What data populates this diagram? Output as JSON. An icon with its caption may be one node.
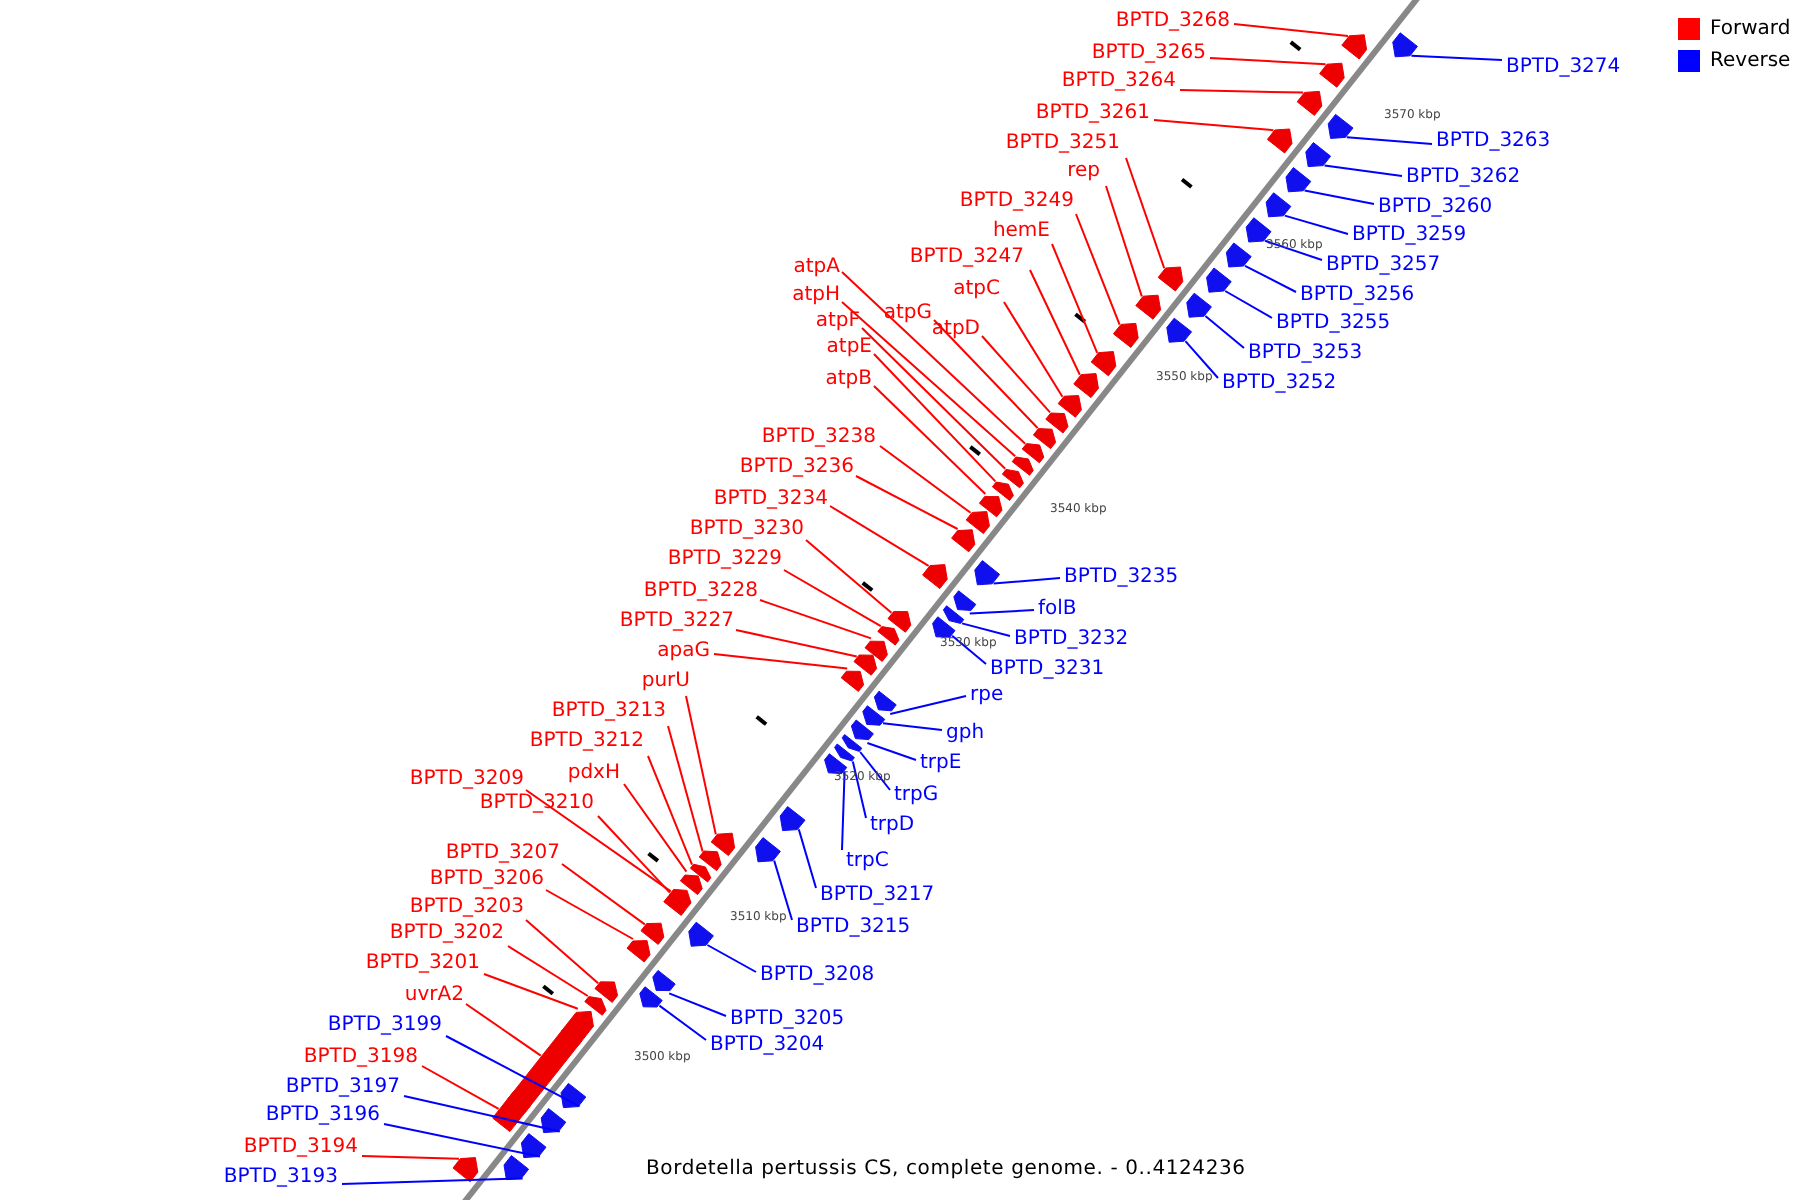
{
  "diagram": {
    "caption": "Bordetella pertussis CS, complete genome. - 0..4124236",
    "nodes": [
      {
        "text": [
          "BPTD_3268"
        ]
      },
      {
        "text": [
          "BPTD_3265"
        ]
      },
      {
        "text": [
          "BPTD_3274"
        ]
      },
      {
        "text": [
          "BPTD_3264"
        ]
      },
      {
        "text": [
          "BPTD_3261"
        ]
      },
      {
        "text": [
          "BPTD_3263"
        ]
      },
      {
        "text": [
          "BPTD_3251"
        ]
      },
      {
        "text": [
          "rep"
        ]
      },
      {
        "text": [
          "BPTD_3262"
        ]
      },
      {
        "text": [
          "BPTD_3249"
        ]
      },
      {
        "text": [
          "BPTD_3260"
        ]
      },
      {
        "text": [
          "hemE"
        ]
      },
      {
        "text": [
          "BPTD_3259"
        ]
      },
      {
        "text": [
          "BPTD_3247"
        ]
      },
      {
        "text": [
          "BPTD_3257"
        ]
      },
      {
        "text": [
          "atpA"
        ]
      },
      {
        "text": [
          "atpC"
        ]
      },
      {
        "text": [
          "atpH"
        ]
      },
      {
        "text": [
          "BPTD_3256"
        ]
      },
      {
        "text": [
          "atpG"
        ]
      },
      {
        "text": [
          "atpD"
        ]
      },
      {
        "text": [
          "atpF"
        ]
      },
      {
        "text": [
          "BPTD_3255"
        ]
      },
      {
        "text": [
          "atpE"
        ]
      },
      {
        "text": [
          "BPTD_3253"
        ]
      },
      {
        "text": [
          "atpB"
        ]
      },
      {
        "text": [
          "BPTD_3252"
        ]
      },
      {
        "text": [
          "BPTD_3238"
        ]
      },
      {
        "text": [
          "BPTD_3236"
        ]
      },
      {
        "text": [
          "BPTD_3234"
        ]
      },
      {
        "text": [
          "BPTD_3230"
        ]
      },
      {
        "text": [
          "BPTD_3229"
        ]
      },
      {
        "text": [
          "BPTD_3235"
        ]
      },
      {
        "text": [
          "BPTD_3228"
        ]
      },
      {
        "text": [
          "folB"
        ]
      },
      {
        "text": [
          "BPTD_3227"
        ]
      },
      {
        "text": [
          "BPTD_3232"
        ]
      },
      {
        "text": [
          "apaG"
        ]
      },
      {
        "text": [
          "BPTD_3231"
        ]
      },
      {
        "text": [
          "purU"
        ]
      },
      {
        "text": [
          "rpe"
        ]
      },
      {
        "text": [
          "BPTD_3213"
        ]
      },
      {
        "text": [
          "gph"
        ]
      },
      {
        "text": [
          "BPTD_3212"
        ]
      },
      {
        "text": [
          "trpE"
        ]
      },
      {
        "text": [
          "pdxH"
        ]
      },
      {
        "text": [
          "BPTD_3209"
        ]
      },
      {
        "text": [
          "trpG"
        ]
      },
      {
        "text": [
          "BPTD_3210"
        ]
      },
      {
        "text": [
          "trpD"
        ]
      },
      {
        "text": [
          "BPTD_3207"
        ]
      },
      {
        "text": [
          "trpC"
        ]
      },
      {
        "text": [
          "BPTD_3206"
        ]
      },
      {
        "text": [
          "BPTD_3217"
        ]
      },
      {
        "text": [
          "BPTD_3203"
        ]
      },
      {
        "text": [
          "BPTD_3215"
        ]
      },
      {
        "text": [
          "BPTD_3202"
        ]
      },
      {
        "text": [
          "BPTD_3201"
        ]
      },
      {
        "text": [
          "BPTD_3208"
        ]
      },
      {
        "text": [
          "uvrA2"
        ]
      },
      {
        "text": [
          "BPTD_3205"
        ]
      },
      {
        "text": [
          "BPTD_3199"
        ]
      },
      {
        "text": [
          "BPTD_3204"
        ]
      },
      {
        "text": [
          "BPTD_3198"
        ]
      },
      {
        "text": [
          "BPTD_3197"
        ]
      },
      {
        "text": [
          "BPTD_3196"
        ]
      },
      {
        "text": [
          "BPTD_3194"
        ]
      },
      {
        "text": [
          "BPTD_3193"
        ]
      },
      {
        "text": [],
        "shape": "pentagon"
      },
      {
        "text": [],
        "shape": "pentagon"
      },
      {
        "text": [],
        "shape": "pentagon"
      },
      {
        "text": [],
        "shape": "pentagon"
      },
      {
        "text": [],
        "shape": "pentagon"
      },
      {
        "text": [],
        "shape": "pentagon"
      },
      {
        "text": [],
        "shape": "pentagon"
      },
      {
        "text": [],
        "shape": "pentagon"
      },
      {
        "text": [],
        "shape": "pentagon"
      },
      {
        "text": [],
        "shape": "pentagon"
      },
      {
        "text": [],
        "shape": "pentagon"
      },
      {
        "text": [],
        "shape": "pentagon"
      },
      {
        "text": [],
        "shape": "pentagon"
      },
      {
        "text": [],
        "shape": "pentagon"
      },
      {
        "text": [],
        "shape": "pentagon"
      },
      {
        "text": [],
        "shape": "pentagon"
      },
      {
        "text": [],
        "shape": "pentagon"
      },
      {
        "text": [],
        "shape": "pentagon"
      },
      {
        "text": [],
        "shape": "pentagon"
      },
      {
        "text": [],
        "shape": "pentagon"
      },
      {
        "text": [],
        "shape": "pentagon"
      },
      {
        "text": [],
        "shape": "pentagon"
      },
      {
        "text": [],
        "shape": "pentagon"
      },
      {
        "text": [],
        "shape": "pentagon"
      },
      {
        "text": [],
        "shape": "pentagon"
      },
      {
        "text": [],
        "shape": "pentagon"
      },
      {
        "text": [],
        "shape": "pentagon"
      },
      {
        "text": [],
        "shape": "pentagon"
      },
      {
        "text": [],
        "shape": "pentagon"
      },
      {
        "text": [],
        "shape": "pentagon"
      },
      {
        "text": [],
        "shape": "pentagon"
      },
      {
        "text": [],
        "shape": "pentagon"
      },
      {
        "text": [],
        "shape": "pentagon"
      },
      {
        "text": [],
        "shape": "pentagon"
      },
      {
        "text": [],
        "shape": "pentagon"
      },
      {
        "text": [],
        "shape": "pentagon"
      },
      {
        "text": [],
        "shape": "pentagon"
      },
      {
        "text": [],
        "shape": "pentagon"
      },
      {
        "text": [],
        "shape": "pentagon"
      },
      {
        "text": [],
        "shape": "pentagon"
      },
      {
        "text": [],
        "shape": "pentagon"
      },
      {
        "text": [],
        "shape": "pentagon"
      },
      {
        "text": [],
        "shape": "pentagon"
      },
      {
        "text": [],
        "shape": "pentagon"
      },
      {
        "text": [],
        "shape": "pentagon"
      },
      {
        "text": [],
        "shape": "pentagon"
      },
      {
        "text": [],
        "shape": "pentagon"
      },
      {
        "text": [],
        "shape": "pentagon"
      },
      {
        "text": [],
        "shape": "pentagon"
      },
      {
        "text": [],
        "shape": "pentagon"
      },
      {
        "text": [],
        "shape": "pentagon"
      },
      {
        "text": [],
        "shape": "pentagon"
      },
      {
        "text": [],
        "shape": "pentagon"
      },
      {
        "text": [],
        "shape": "pentagon"
      },
      {
        "text": [],
        "shape": "pentagon"
      },
      {
        "text": [],
        "shape": "pentagon"
      },
      {
        "text": [],
        "shape": "pentagon"
      },
      {
        "text": [],
        "shape": "pentagon"
      },
      {
        "text": [],
        "shape": "pentagon"
      },
      {
        "text": [],
        "shape": "pentagon"
      },
      {
        "text": [],
        "shape": "pentagon"
      },
      {
        "text": [],
        "shape": "pentagon"
      },
      {
        "text": [],
        "shape": "pentagon"
      },
      {
        "text": [],
        "shape": "pentagon"
      },
      {
        "text": [],
        "shape": "pentagon"
      },
      {
        "text": [],
        "shape": "pentagon"
      },
      {
        "text": [],
        "shape": "pentagon"
      },
      {
        "text": [],
        "shape": "pentagon"
      }
    ],
    "edges": [
      {
        "from": 0,
        "to": 68,
        "arrow": "none"
      },
      {
        "from": 1,
        "to": 69,
        "arrow": "none"
      },
      {
        "from": 2,
        "to": 70,
        "arrow": "none",
        "color": "#0000ff"
      },
      {
        "from": 3,
        "to": 71,
        "arrow": "none"
      },
      {
        "from": 4,
        "to": 72,
        "arrow": "none"
      },
      {
        "from": 5,
        "to": 73,
        "arrow": "none",
        "color": "#0000ff"
      },
      {
        "from": 6,
        "to": 74,
        "arrow": "none"
      },
      {
        "from": 7,
        "to": 75,
        "arrow": "none"
      },
      {
        "from": 8,
        "to": 76,
        "arrow": "none",
        "color": "#0000ff"
      },
      {
        "from": 9,
        "to": 77,
        "arrow": "none"
      },
      {
        "from": 10,
        "to": 78,
        "arrow": "none",
        "color": "#0000ff"
      },
      {
        "from": 11,
        "to": 79,
        "arrow": "none"
      },
      {
        "from": 12,
        "to": 80,
        "arrow": "none",
        "color": "#0000ff"
      },
      {
        "from": 13,
        "to": 81,
        "arrow": "none"
      },
      {
        "from": 14,
        "to": 82,
        "arrow": "none",
        "color": "#0000ff"
      },
      {
        "from": 15,
        "to": 83,
        "arrow": "none"
      },
      {
        "from": 16,
        "to": 84,
        "arrow": "none"
      },
      {
        "from": 17,
        "to": 85,
        "arrow": "none"
      },
      {
        "from": 18,
        "to": 86,
        "arrow": "none",
        "color": "#0000ff"
      },
      {
        "from": 19,
        "to": 87,
        "arrow": "none"
      },
      {
        "from": 20,
        "to": 88,
        "arrow": "none"
      },
      {
        "from": 21,
        "to": 89,
        "arrow": "none"
      },
      {
        "from": 22,
        "to": 90,
        "arrow": "none",
        "color": "#0000ff"
      },
      {
        "from": 23,
        "to": 91,
        "arrow": "none"
      },
      {
        "from": 24,
        "to": 92,
        "arrow": "none",
        "color": "#0000ff"
      },
      {
        "from": 25,
        "to": 93,
        "arrow": "none"
      },
      {
        "from": 26,
        "to": 94,
        "arrow": "none",
        "color": "#0000ff"
      },
      {
        "from": 27,
        "to": 95,
        "arrow": "none"
      },
      {
        "from": 28,
        "to": 96,
        "arrow": "none"
      },
      {
        "from": 29,
        "to": 97,
        "arrow": "none"
      },
      {
        "from": 30,
        "to": 98,
        "arrow": "none"
      },
      {
        "from": 31,
        "to": 99,
        "arrow": "none"
      },
      {
        "from": 32,
        "to": 100,
        "arrow": "none",
        "color": "#0000ff"
      },
      {
        "from": 33,
        "to": 101,
        "arrow": "none"
      },
      {
        "from": 34,
        "to": 102,
        "arrow": "none",
        "color": "#0000ff"
      },
      {
        "from": 35,
        "to": 103,
        "arrow": "none"
      },
      {
        "from": 36,
        "to": 104,
        "arrow": "none",
        "color": "#0000ff"
      },
      {
        "from": 37,
        "to": 105,
        "arrow": "none"
      },
      {
        "from": 38,
        "to": 106,
        "arrow": "none",
        "color": "#0000ff"
      },
      {
        "from": 39,
        "to": 107,
        "arrow": "none"
      },
      {
        "from": 40,
        "to": 108,
        "arrow": "none",
        "color": "#0000ff"
      },
      {
        "from": 41,
        "to": 109,
        "arrow": "none"
      },
      {
        "from": 42,
        "to": 110,
        "arrow": "none",
        "color": "#0000ff"
      },
      {
        "from": 43,
        "to": 111,
        "arrow": "none"
      },
      {
        "from": 44,
        "to": 112,
        "arrow": "none",
        "color": "#0000ff"
      },
      {
        "from": 45,
        "to": 113,
        "arrow": "none"
      },
      {
        "from": 46,
        "to": 114,
        "arrow": "none"
      },
      {
        "from": 47,
        "to": 115,
        "arrow": "none",
        "color": "#0000ff"
      },
      {
        "from": 48,
        "to": 116,
        "arrow": "none"
      },
      {
        "from": 49,
        "to": 117,
        "arrow": "none",
        "color": "#0000ff"
      },
      {
        "from": 50,
        "to": 118,
        "arrow": "none"
      },
      {
        "from": 51,
        "to": 119,
        "arrow": "none",
        "color": "#0000ff"
      },
      {
        "from": 52,
        "to": 120,
        "arrow": "none"
      },
      {
        "from": 53,
        "to": 121,
        "arrow": "none",
        "color": "#0000ff"
      },
      {
        "from": 54,
        "to": 122,
        "arrow": "none"
      },
      {
        "from": 55,
        "to": 123,
        "arrow": "none",
        "color": "#0000ff"
      },
      {
        "from": 56,
        "to": 124,
        "arrow": "none"
      },
      {
        "from": 57,
        "to": 125,
        "arrow": "none"
      },
      {
        "from": 58,
        "to": 126,
        "arrow": "none",
        "color": "#0000ff"
      },
      {
        "from": 59,
        "to": 127,
        "arrow": "none"
      },
      {
        "from": 60,
        "to": 128,
        "arrow": "none",
        "color": "#0000ff"
      },
      {
        "from": 61,
        "to": 129,
        "arrow": "none",
        "color": "#0000ff"
      },
      {
        "from": 62,
        "to": 130,
        "arrow": "none",
        "color": "#0000ff"
      },
      {
        "from": 63,
        "to": 131,
        "arrow": "none"
      },
      {
        "from": 64,
        "to": 132,
        "arrow": "none",
        "color": "#0000ff"
      },
      {
        "from": 65,
        "to": 133,
        "arrow": "none",
        "color": "#0000ff"
      },
      {
        "from": 66,
        "to": 134,
        "arrow": "none"
      },
      {
        "from": 67,
        "to": 135,
        "arrow": "none",
        "color": "#0000ff"
      }
    ],
    "labels": [
      "3570 kbp",
      "3560 kbp",
      "3550 kbp",
      "3540 kbp",
      "3530 kbp",
      "3520 kbp",
      "3510 kbp",
      "3500 kbp"
    ],
    "legend": [
      {
        "text": "Forward",
        "color": "#ff0000"
      },
      {
        "text": "Reverse",
        "color": "#0000ff"
      }
    ]
  }
}
